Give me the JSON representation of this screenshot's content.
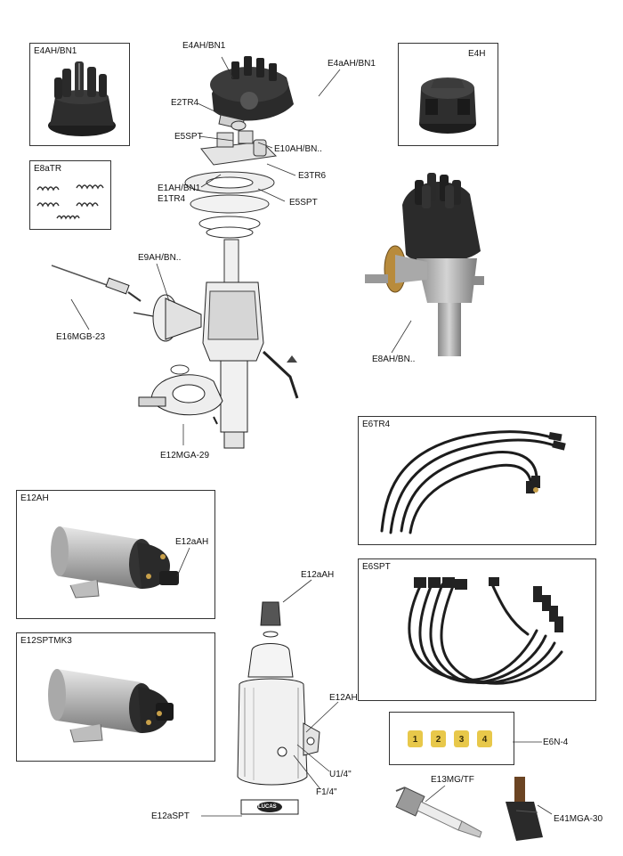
{
  "boxes": {
    "cap_bn1": "E4AH/BN1",
    "cap_e4h": "E4H",
    "springs": "E8aTR",
    "coil_e12ah": "E12AH",
    "coil_sptmk3": "E12SPTMK3",
    "leads_tr4": "E6TR4",
    "leads_spt": "E6SPT",
    "markers": "E6N-4"
  },
  "diagram_labels": {
    "cap_top": "E4AH/BN1",
    "rotor_arm_tr4": "E2TR4",
    "screw_top": "E4aAH/BN1",
    "e5spt_a": "E5SPT",
    "e10": "E10AH/BN..",
    "e3tr6": "E3TR6",
    "e1ah": "E1AH/BN1",
    "e1tr4": "E1TR4",
    "e5spt_b": "E5SPT",
    "e9ah": "E9AH/BN..",
    "e16mgb": "E16MGB-23",
    "e8ah": "E8AH/BN..",
    "e12mga": "E12MGA-29",
    "e12aah_box": "E12aAH",
    "e12aah_coil": "E12aAH",
    "e12ah_coil": "E12AH",
    "u14": "U1/4\"",
    "f14": "F1/4\"",
    "e12aspt": "E12aSPT",
    "e13mg": "E13MG/TF",
    "e41mga": "E41MGA-30",
    "lucas": "LUCAS"
  },
  "markers": [
    "1",
    "2",
    "3",
    "4"
  ],
  "colors": {
    "border": "#333333",
    "marker_yellow": "#e8c84a",
    "coil_silver": "#c9c9c9",
    "cap_black": "#2b2b2b"
  }
}
